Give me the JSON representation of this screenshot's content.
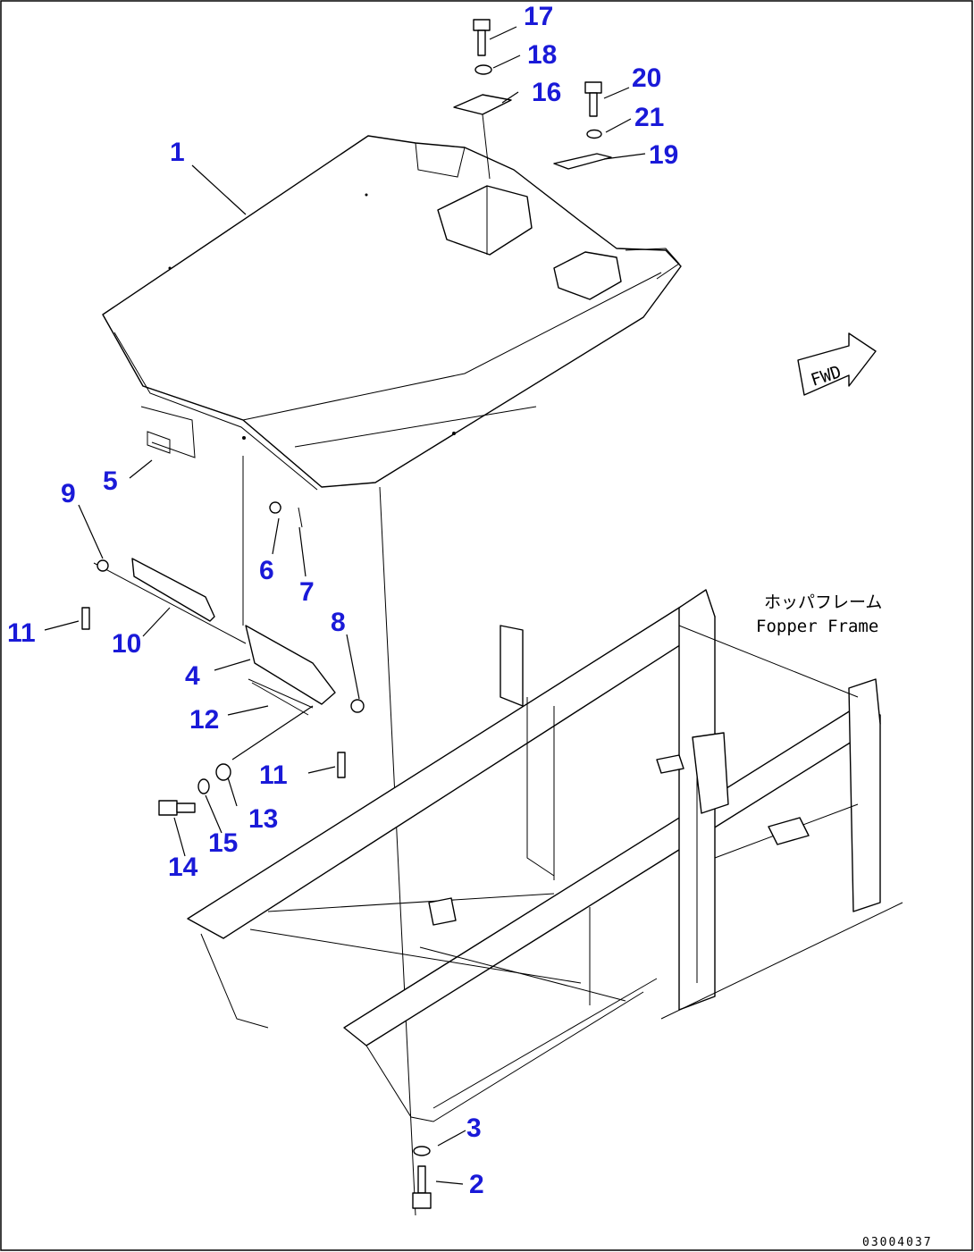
{
  "diagram": {
    "callouts": [
      "1",
      "2",
      "3",
      "4",
      "5",
      "6",
      "7",
      "8",
      "9",
      "10",
      "11",
      "11",
      "12",
      "13",
      "14",
      "15",
      "16",
      "17",
      "18",
      "19",
      "20",
      "21"
    ],
    "frame_label_jp": "ホッパフレーム",
    "frame_label_en": "Fopper Frame",
    "direction_label": "FWD",
    "drawing_code": "03004037"
  }
}
